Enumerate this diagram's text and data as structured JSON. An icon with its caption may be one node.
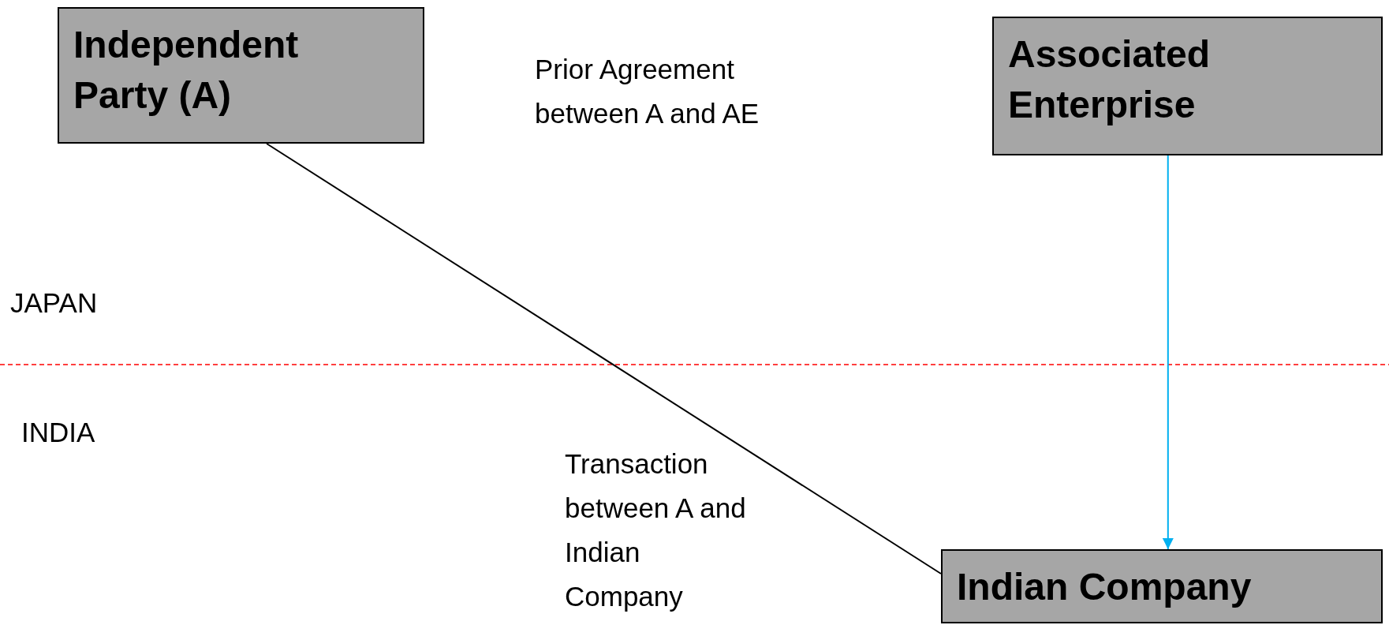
{
  "diagram": {
    "nodes": [
      {
        "text": [
          "Independent Party (A)"
        ]
      },
      {
        "text": [
          "Associated Enterprise"
        ]
      },
      {
        "text": [
          "Indian Company"
        ]
      }
    ],
    "edges": [
      {
        "from": 0,
        "to": 2,
        "arrow": "none"
      },
      {
        "from": 1,
        "to": 2,
        "arrow": "to",
        "color": "#00b0f0"
      }
    ],
    "labels": [
      "Prior Agreement between A and AE",
      "JAPAN",
      "INDIA",
      "Transaction between A and Indian Company"
    ]
  }
}
